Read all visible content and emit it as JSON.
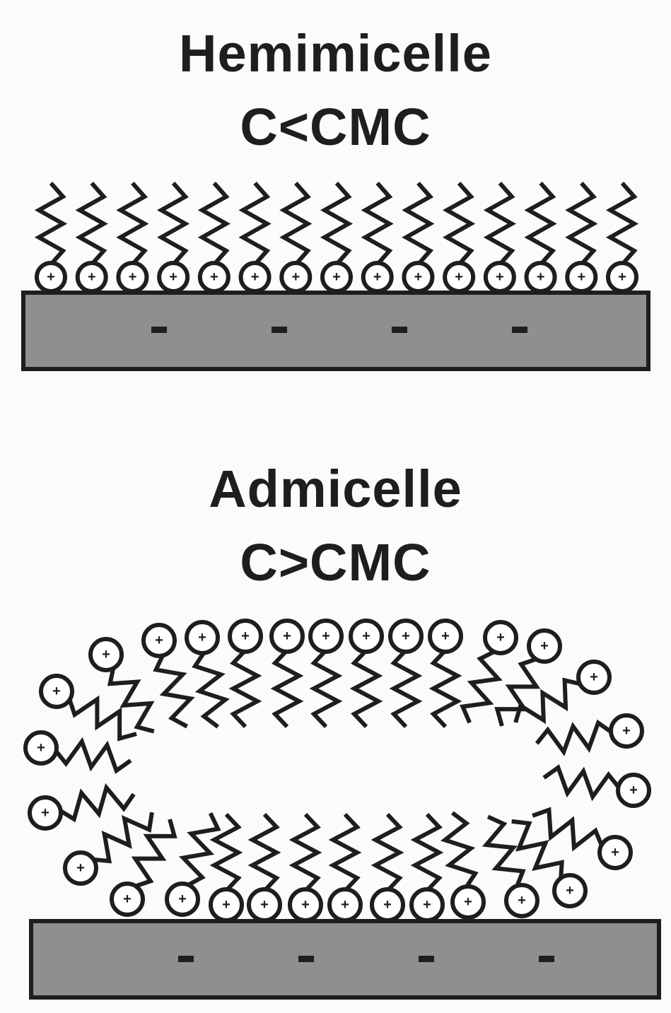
{
  "colors": {
    "background": "#fbfbfb",
    "substrate": "#8e8f91",
    "ink": "#1e1e1e",
    "head_fill": "#ffffff"
  },
  "hemimicelle": {
    "title": "Hemimicelle",
    "condition": "C<CMC",
    "head_charge": "+",
    "surface_charge": "-",
    "surfactant_count": 15,
    "surface_charge_count": 4
  },
  "admicelle": {
    "title": "Admicelle",
    "condition": "C>CMC",
    "head_charge": "+",
    "surface_charge": "-",
    "surface_charge_count": 4
  }
}
